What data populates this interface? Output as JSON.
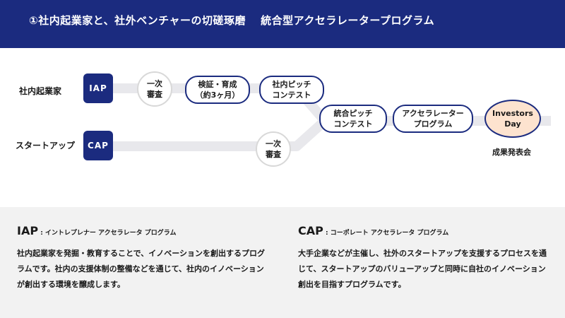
{
  "header": {
    "title": "①社内起業家と、社外ベンチャーの切磋琢磨　 統合型アクセラレータープログラム"
  },
  "colors": {
    "navy": "#1b2b7f",
    "track": "#e8e8ec",
    "highlight": "#fde3cf",
    "panel": "#f2f2f2"
  },
  "diagram": {
    "rows": {
      "internal": {
        "label": "社内起業家",
        "program": "IAP"
      },
      "startup": {
        "label": "スタートアップ",
        "program": "CAP"
      }
    },
    "internal_steps": {
      "screening": "一次\n審査",
      "verification": "検証・育成\n（約3ヶ月）",
      "pitch": "社内ピッチ\nコンテスト"
    },
    "startup_steps": {
      "screening": "一次\n審査"
    },
    "merged_steps": {
      "integrated_pitch": "統合ピッチ\nコンテスト",
      "accelerator": "アクセラレーター\nプログラム"
    },
    "final": {
      "name": "Investors\nDay",
      "caption": "成果発表会"
    }
  },
  "descriptions": {
    "iap": {
      "abbr": "IAP",
      "full": " : イントレプレナー アクセラレータ プログラム",
      "text": "社内起業家を発掘・教育することで、イノベーションを創出するプログラムです。社内の支援体制の整備などを通じて、社内のイノベーションが創出する環境を醸成します。"
    },
    "cap": {
      "abbr": "CAP",
      "full": " : コーポレート アクセラレータ プログラム",
      "text": "大手企業などが主催し、社外のスタートアップを支援するプロセスを通じて、スタートアップのバリューアップと同時に自社のイノベーション創出を目指すプログラムです。"
    }
  }
}
